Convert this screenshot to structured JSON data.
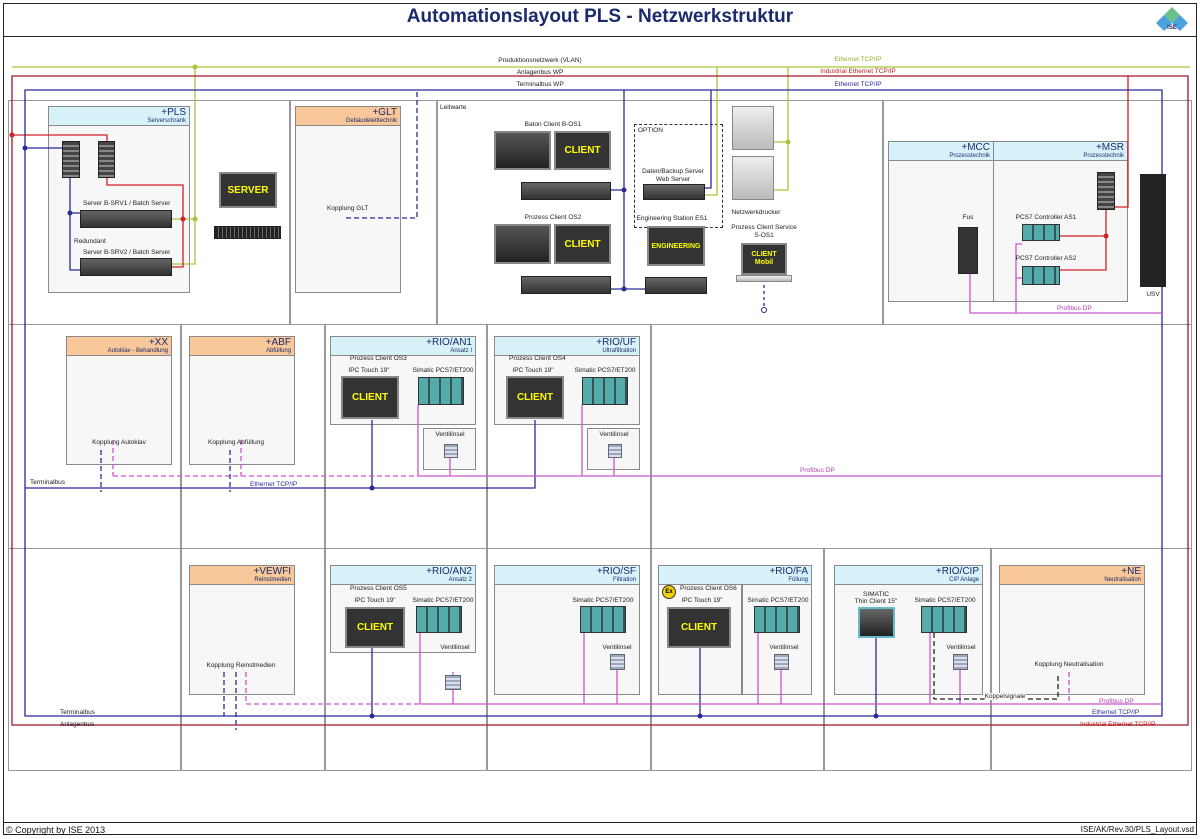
{
  "title": "Automationslayout PLS - Netzwerkstruktur",
  "logo": {
    "text": "ISE",
    "colors": [
      "#6cc08c",
      "#4aa3df"
    ]
  },
  "footer": {
    "copyright": "© Copyright by ISE 2013",
    "file": "ISE/AK/Rev.30/PLS_Layout.vsd"
  },
  "networks": {
    "vlan": {
      "name": "Produktionsnetzwerk (VLAN)",
      "type": "Ethernet TCP/IP",
      "color": "#a8c63a"
    },
    "anlagenbus_wp": {
      "name": "Anlagenbus WP",
      "type": "Industrial Ethernet TCP/IP",
      "color": "#a0182a"
    },
    "terminalbus_wp": {
      "name": "Terminalbus WP",
      "type": "Ethernet TCP/IP",
      "color": "#2a2a9a"
    },
    "profibus_color": "#cc55cc"
  },
  "row1": {
    "pls": {
      "title": "+PLS",
      "subtitle": "Serverschrank",
      "server1": "Server B-SRV1 / Batch Server",
      "redundant": "Redundant",
      "server2": "Server B-SRV2 / Batch Server"
    },
    "server_monitor": "SERVER",
    "glt": {
      "title": "+GLT",
      "subtitle": "Gebäudeleittechnik",
      "kopplung": "Kopplung GLT"
    },
    "leitwarte": {
      "label": "Leitwarte",
      "batch_client": "Baton Client B-OS1",
      "client": "CLIENT",
      "process_client": "Prozess Client OS2",
      "option": "OPTION",
      "backup1": "Daten/Backup Server",
      "backup2": "Web Server",
      "engineering_label": "Engineering Station ES1",
      "engineering": "ENGINEERING",
      "printer": "Netzwerkdrucker",
      "service1": "Prozess Client Service",
      "service2": "S-OS1",
      "mobile1": "CLIENT",
      "mobile2": "Mobil"
    },
    "mcc": {
      "title": "+MCC",
      "subtitle": "Prozesstechnik",
      "fus": "Fus"
    },
    "msr": {
      "title": "+MSR",
      "subtitle": "Prozesstechnik",
      "as1": "PCS7 Controller AS1",
      "as2": "PCS7 Controller AS2"
    },
    "usv": "USV",
    "profibus": "Profibus DP"
  },
  "row2": {
    "xx": {
      "title": "+XX",
      "subtitle": "Autoklav - Behandlung",
      "kopplung": "Kopplung Autoklav"
    },
    "abf": {
      "title": "+ABF",
      "subtitle": "Abfüllung",
      "kopplung": "Kopplung Abfüllung"
    },
    "an1": {
      "title": "+RIO/AN1",
      "subtitle": "Ansatz I",
      "client_label": "Prozess Client OS3",
      "ipc": "IPC Touch 19\"",
      "simatic": "Simatic PCS7/ET200",
      "client": "CLIENT",
      "ventil": "Ventilinsel"
    },
    "uf": {
      "title": "+RIO/UF",
      "subtitle": "Ultrafiltration",
      "client_label": "Prozess Client OS4",
      "ipc": "IPC Touch 19\"",
      "simatic": "Simatic PCS7/ET200",
      "client": "CLIENT",
      "ventil": "Ventilinsel"
    },
    "terminalbus": "Terminalbus",
    "ethernet": "Ethernet TCP/IP",
    "profibus": "Profibus DP"
  },
  "row3": {
    "vewfi": {
      "title": "+VEWFI",
      "subtitle": "Reinstmedien",
      "kopplung": "Kopplung Reinstmedien"
    },
    "an2": {
      "title": "+RIO/AN2",
      "subtitle": "Ansatz 2",
      "client_label": "Prozess Client OS5",
      "ipc": "IPC Touch 19\"",
      "simatic": "Simatic PCS7/ET200",
      "client": "CLIENT",
      "ventil": "Ventilinsel"
    },
    "sf": {
      "title": "+RIO/SF",
      "subtitle": "Filtration",
      "simatic": "Simatic PCS7/ET200",
      "ventil": "Ventilinsel"
    },
    "fa": {
      "title": "+RIO/FA",
      "subtitle": "Füllung",
      "ex": "Ex",
      "client_label": "Prozess Client OS6",
      "ipc": "IPC Touch 19\"",
      "simatic": "Simatic PCS7/ET200",
      "client": "CLIENT",
      "ventil": "Ventilinsel"
    },
    "cip": {
      "title": "+RIO/CIP",
      "subtitle": "CIP Anlage",
      "thin1": "SIMATIC",
      "thin2": "Thin Client 15\"",
      "simatic": "Simatic PCS7/ET200",
      "ventil": "Ventilinsel",
      "koppelsignale": "Koppelsignale"
    },
    "ne": {
      "title": "+NE",
      "subtitle": "Neutralisation",
      "kopplung": "Kopplung Neutralisation"
    },
    "terminalbus": "Terminalbus",
    "anlagenbus": "Anlagenbus",
    "profibus": "Profibus DP",
    "ethernet": "Ethernet TCP/IP",
    "industrial": "Industrial Ethernet TCP/IP"
  }
}
